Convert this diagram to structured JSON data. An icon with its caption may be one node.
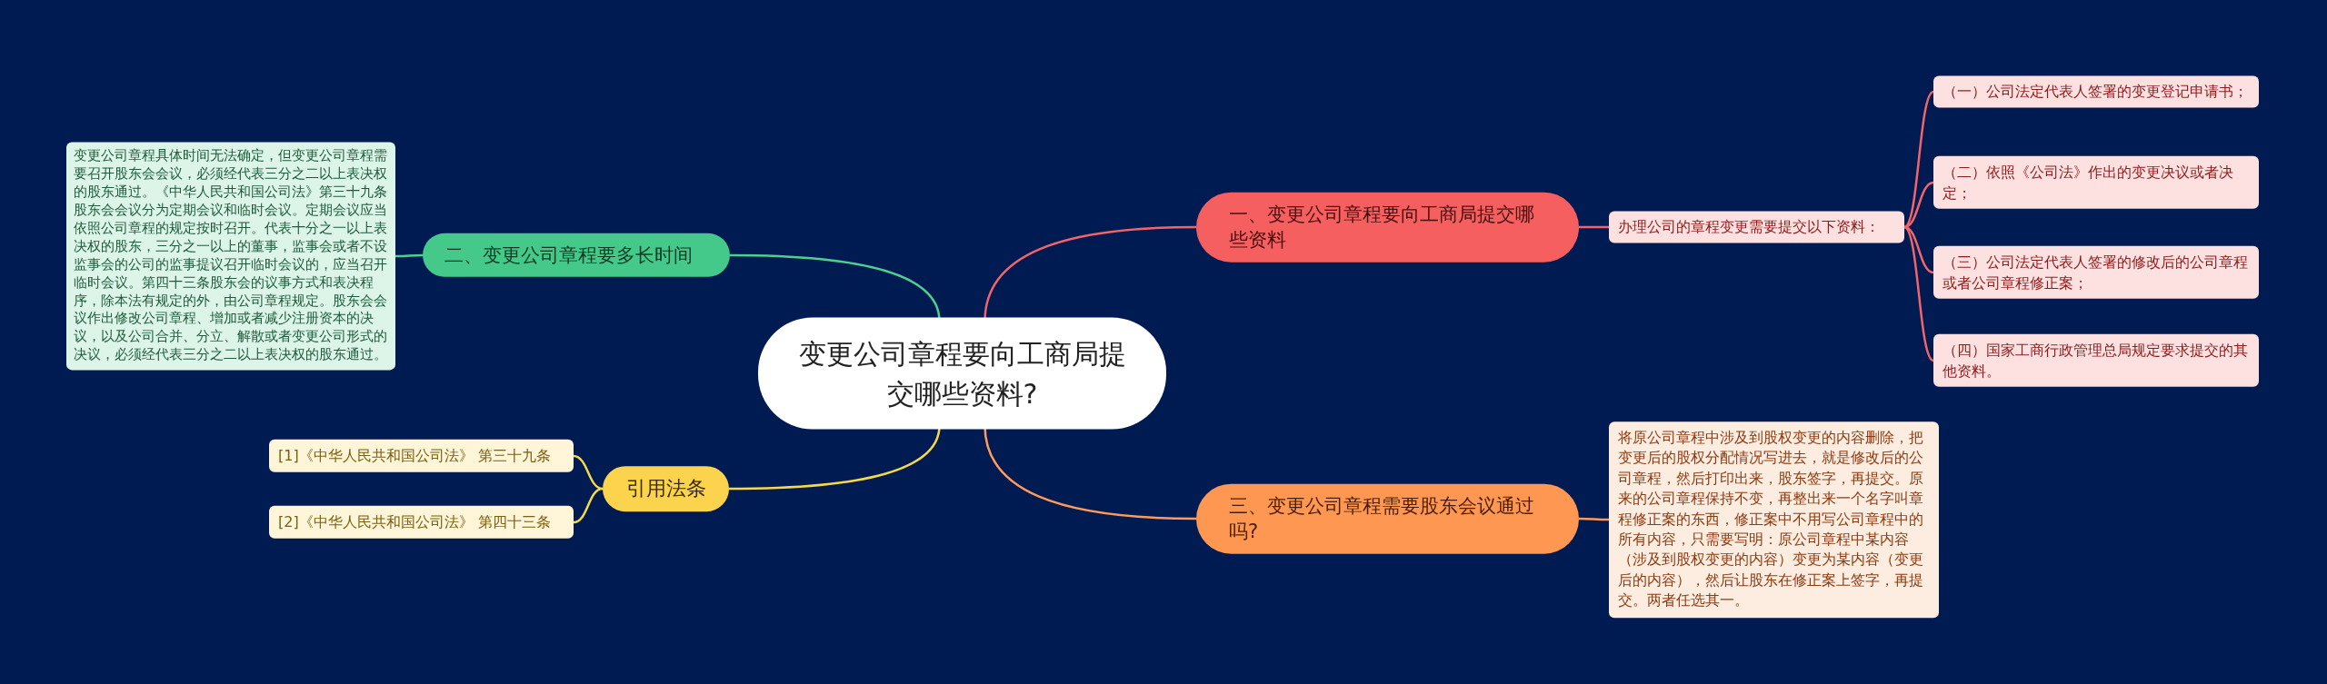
{
  "diagram": {
    "nodes": [
      {
        "text": [
          "变更公司章程要向工商局提交哪些资料?"
        ]
      },
      {
        "text": [
          "一、变更公司章程要向工商局提交哪些资料"
        ]
      },
      {
        "text": [
          "办理公司的章程变更需要提交以下资料："
        ]
      },
      {
        "text": [
          "（一）公司法定代表人签署的变更登记申请书；"
        ]
      },
      {
        "text": [
          "（二）依照《公司法》作出的变更决议或者决定；"
        ]
      },
      {
        "text": [
          "（三）公司法定代表人签署的修改后的公司章程或者公司章程修正案；"
        ]
      },
      {
        "text": [
          "（四）国家工商行政管理总局规定要求提交的其他资料。"
        ]
      },
      {
        "text": [
          "二、变更公司章程要多长时间"
        ]
      },
      {
        "text": [
          "变更公司章程具体时间无法确定，但变更公司章程需要召开股东会会议，必须经代表三分之二以上表决权的股东通过。《中华人民共和国公司法》第三十九条股东会会议分为定期会议和临时会议。定期会议应当依照公司章程的规定按时召开。代表十分之一以上表决权的股东，三分之一以上的董事，监事会或者不设监事会的公司的监事提议召开临时会议的，应当召开临时会议。第四十三条股东会的议事方式和表决程序，除本法有规定的外，由公司章程规定。股东会会议作出修改公司章程、增加或者减少注册资本的决议，以及公司合并、分立、解散或者变更公司形式的决议，必须经代表三分之二以上表决权的股东通过。"
        ]
      },
      {
        "text": [
          "三、变更公司章程需要股东会议通过吗?"
        ]
      },
      {
        "text": [
          "将原公司章程中涉及到股权变更的内容删除，把变更后的股权分配情况写进去，就是修改后的公司章程，然后打印出来，股东签字，再提交。原来的公司章程保持不变，再整出来一个名字叫章程修正案的东西，修正案中不用写公司章程中的所有内容，只需要写明：原公司章程中某内容（涉及到股权变更的内容）变更为某内容（变更后的内容），然后让股东在修正案上签字，再提交。两者任选其一。"
        ]
      },
      {
        "text": [
          "引用法条"
        ]
      },
      {
        "text": [
          "[1]《中华人民共和国公司法》 第三十九条"
        ]
      },
      {
        "text": [
          "[2]《中华人民共和国公司法》 第四十三条"
        ]
      }
    ],
    "edges": [
      {
        "from": 0,
        "to": 1,
        "arrow": "none",
        "color": "#f0646a"
      },
      {
        "from": 1,
        "to": 2,
        "arrow": "none",
        "color": "#f0646a"
      },
      {
        "from": 2,
        "to": 3,
        "arrow": "none",
        "color": "#f0646a"
      },
      {
        "from": 2,
        "to": 4,
        "arrow": "none",
        "color": "#f0646a"
      },
      {
        "from": 2,
        "to": 5,
        "arrow": "none",
        "color": "#f0646a"
      },
      {
        "from": 2,
        "to": 6,
        "arrow": "none",
        "color": "#f0646a"
      },
      {
        "from": 0,
        "to": 7,
        "arrow": "none",
        "color": "#4ecf8f"
      },
      {
        "from": 7,
        "to": 8,
        "arrow": "none",
        "color": "#4ecf8f"
      },
      {
        "from": 0,
        "to": 9,
        "arrow": "none",
        "color": "#ff9a5a"
      },
      {
        "from": 9,
        "to": 10,
        "arrow": "none",
        "color": "#ff9a5a"
      },
      {
        "from": 0,
        "to": 11,
        "arrow": "none",
        "color": "#f5d94a"
      },
      {
        "from": 11,
        "to": 12,
        "arrow": "none",
        "color": "#f5d94a"
      },
      {
        "from": 11,
        "to": 13,
        "arrow": "none",
        "color": "#f5d94a"
      }
    ]
  }
}
